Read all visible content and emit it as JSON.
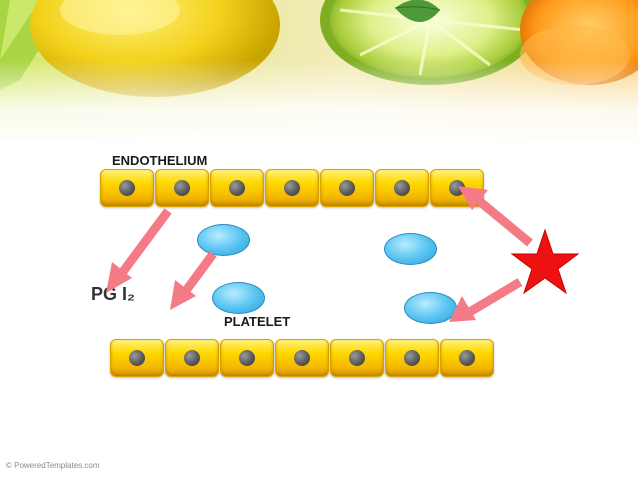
{
  "labels": {
    "endothelium": "ENDOTHELIUM",
    "platelet": "PLATELET",
    "pgi2": "PG I₂"
  },
  "footer": {
    "copyright": "© PoweredTemplates.com"
  },
  "colors": {
    "cell": "#ffd900",
    "nucleus": "#5a5a5a",
    "platelet": "#5cc6f2",
    "arrow": "#f47a86",
    "star": "#ee1111"
  },
  "icons": {
    "star": "star-icon",
    "arrow": "arrow-icon"
  }
}
